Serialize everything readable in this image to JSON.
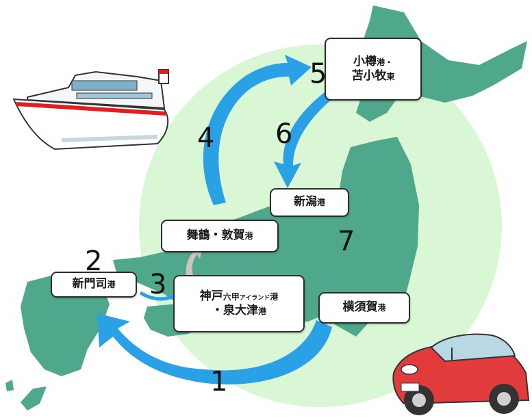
{
  "ports": {
    "otaru": {
      "line1_main": "小樽",
      "line1_suffix": "港・",
      "line2_main": "苫小牧",
      "line2_suffix": "東"
    },
    "niigata": {
      "main": "新潟",
      "suffix": "港"
    },
    "maizuru": {
      "main": "舞鶴・敦賀",
      "suffix": "港"
    },
    "shinmoji": {
      "main": "新門司",
      "suffix": "港"
    },
    "kobe": {
      "line1_main": "神戸",
      "line1_small": "六甲",
      "line1_tiny": "アイランド",
      "line1_suffix": "港",
      "line2_main": "・泉大津",
      "line2_suffix": "港"
    },
    "yokosuka": {
      "main": "横須賀",
      "suffix": "港"
    }
  },
  "route_numbers": [
    "1",
    "2",
    "3",
    "4",
    "5",
    "6",
    "7"
  ],
  "colors": {
    "land": "#4fa88c",
    "circle": "#d9f6d5",
    "arrow": "#29a1e4",
    "arrow_small": "#cfc4bd",
    "ship_hull": "#ffffff",
    "ship_stripe": "#e02020",
    "car_body": "#e23b3b"
  },
  "icons": [
    "ship-icon",
    "car-icon"
  ]
}
